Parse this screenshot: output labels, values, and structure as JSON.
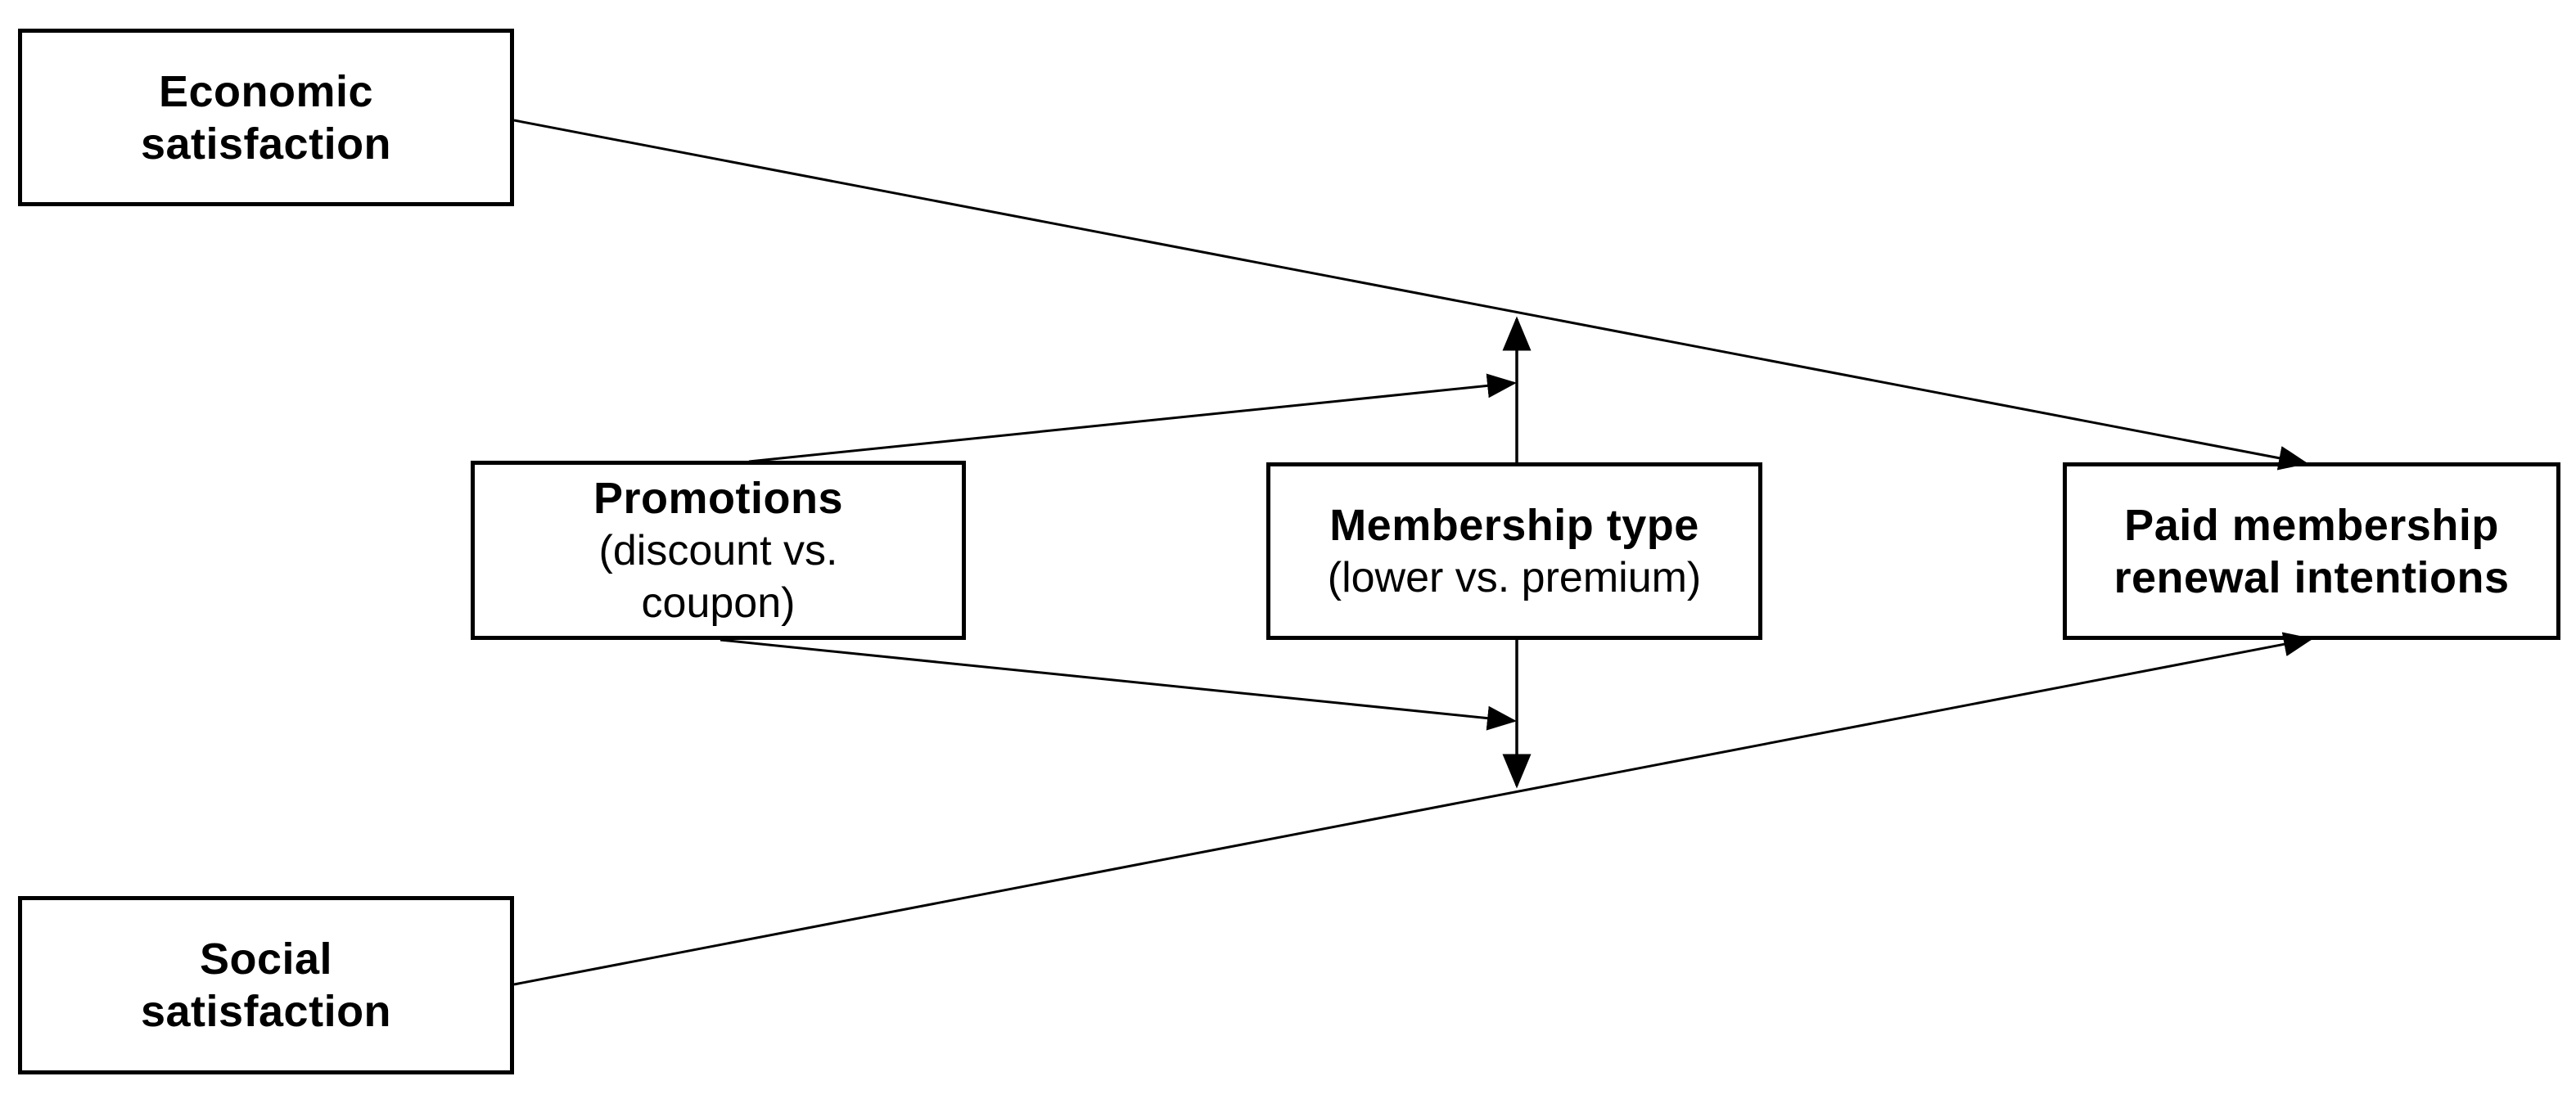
{
  "diagram": {
    "background_color": "#ffffff",
    "stroke_color": "#000000",
    "text_color": "#000000",
    "nodes": {
      "economic": {
        "line1": "Economic",
        "line2": "satisfaction"
      },
      "social": {
        "line1": "Social",
        "line2": "satisfaction"
      },
      "promotions": {
        "title": "Promotions",
        "sub1": "(discount vs.",
        "sub2": "coupon)"
      },
      "membership": {
        "title": "Membership type",
        "sub1": "(lower vs. premium)"
      },
      "paid": {
        "line1": "Paid membership",
        "line2": "renewal intentions"
      }
    },
    "edges": [
      {
        "from": "economic-satisfaction",
        "to": "paid-membership-renewal-intentions",
        "style": "arrow"
      },
      {
        "from": "social-satisfaction",
        "to": "paid-membership-renewal-intentions",
        "style": "arrow"
      },
      {
        "from": "membership-type",
        "to": "economic-to-paid-path",
        "style": "moderation-arrow-up"
      },
      {
        "from": "membership-type",
        "to": "social-to-paid-path",
        "style": "moderation-arrow-down"
      },
      {
        "from": "promotions",
        "to": "membership-type-up-arrow",
        "style": "arrow"
      },
      {
        "from": "promotions",
        "to": "membership-type-down-arrow",
        "style": "arrow"
      }
    ]
  }
}
